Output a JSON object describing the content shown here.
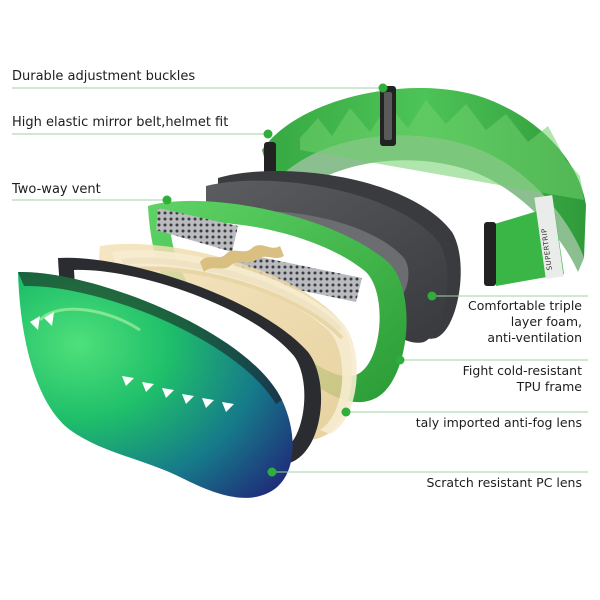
{
  "strap_print": "SUPERTRIP",
  "callouts": {
    "buckles": "Durable adjustment buckles",
    "belt": "High elastic mirror belt,helmet fit",
    "vent": "Two-way vent",
    "foam_l1": "Comfortable triple",
    "foam_l2": "layer foam,",
    "foam_l3": "anti-ventilation",
    "frame_l1": "Fight cold-resistant",
    "frame_l2": "TPU frame",
    "antifog": "taly imported anti-fog lens",
    "pc": "Scratch resistant PC lens"
  },
  "colors": {
    "accent_green": "#2fae3c",
    "strap_green": "#3fb84a",
    "foam_gray": "#4a4c50",
    "lens_green": "#1fbf6a",
    "lens_blue": "#1f3a86"
  }
}
